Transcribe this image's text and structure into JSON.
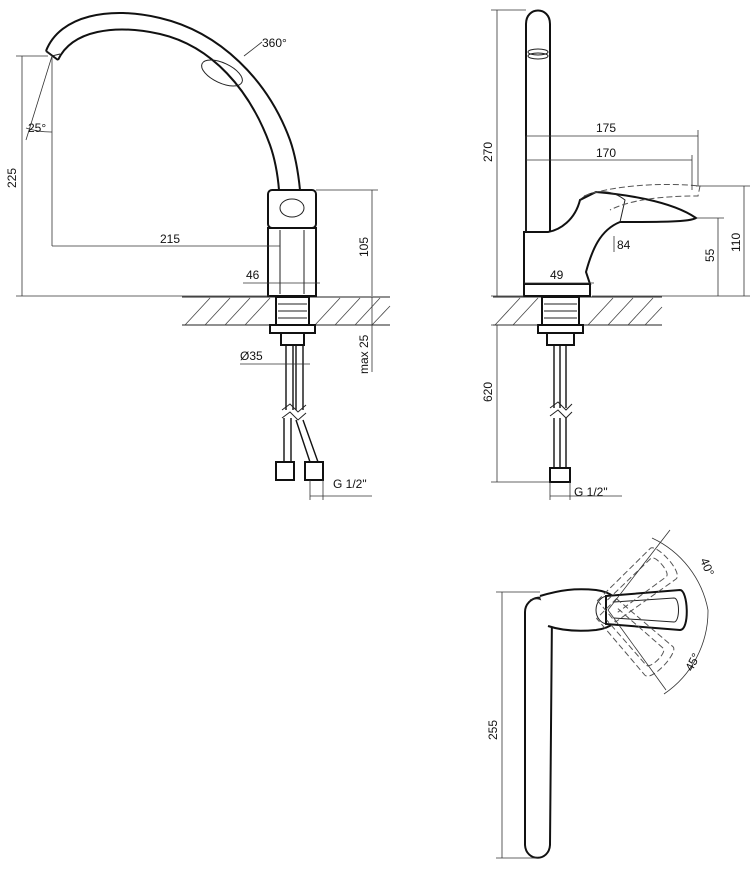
{
  "dimensions": {
    "spout_height": "225",
    "spout_angle": "25°",
    "swivel": "360°",
    "spout_reach": "215",
    "body_height": "105",
    "body_diameter": "46",
    "shank_diameter": "Ø35",
    "max_counter": "max 25",
    "hose_thread_front": "G 1/2\"",
    "side_height": "270",
    "side_reach_175": "175",
    "side_reach_170": "170",
    "side_84": "84",
    "side_55": "55",
    "side_110": "110",
    "side_49": "49",
    "hose_length": "620",
    "hose_thread_side": "G 1/2\"",
    "top_255": "255",
    "top_40": "40°",
    "top_45": "45°"
  }
}
